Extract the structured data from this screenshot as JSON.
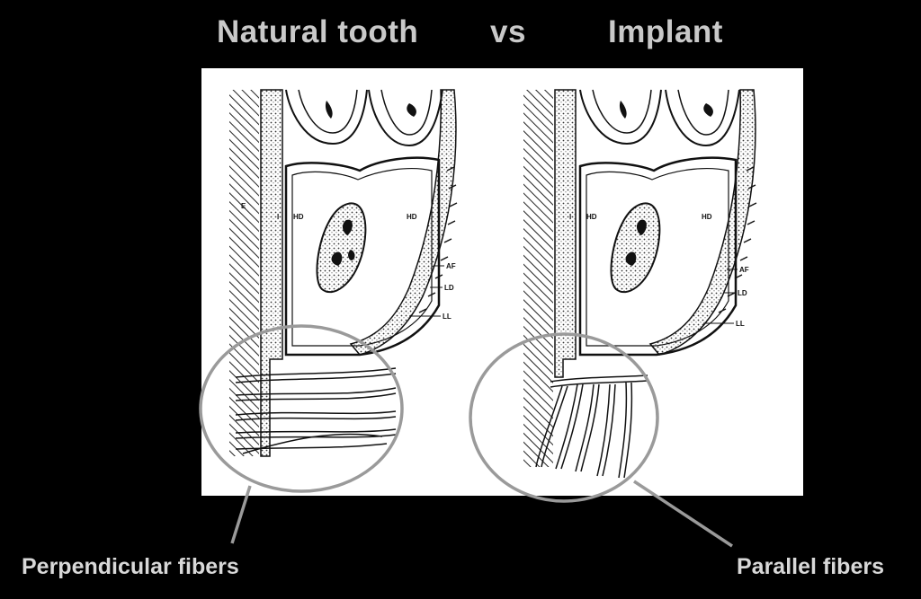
{
  "title": {
    "left": "Natural tooth",
    "vs": "vs",
    "right": "Implant"
  },
  "labels": {
    "hd": "HD",
    "af": "AF",
    "ld": "LD",
    "ll": "LL",
    "e": "E",
    "i": "I"
  },
  "captions": {
    "left": "Perpendicular fibers",
    "right": "Parallel fibers"
  },
  "colors": {
    "background": "#000000",
    "panel": "#ffffff",
    "callout": "#9a9a9a",
    "title": "#c9c9c9"
  }
}
